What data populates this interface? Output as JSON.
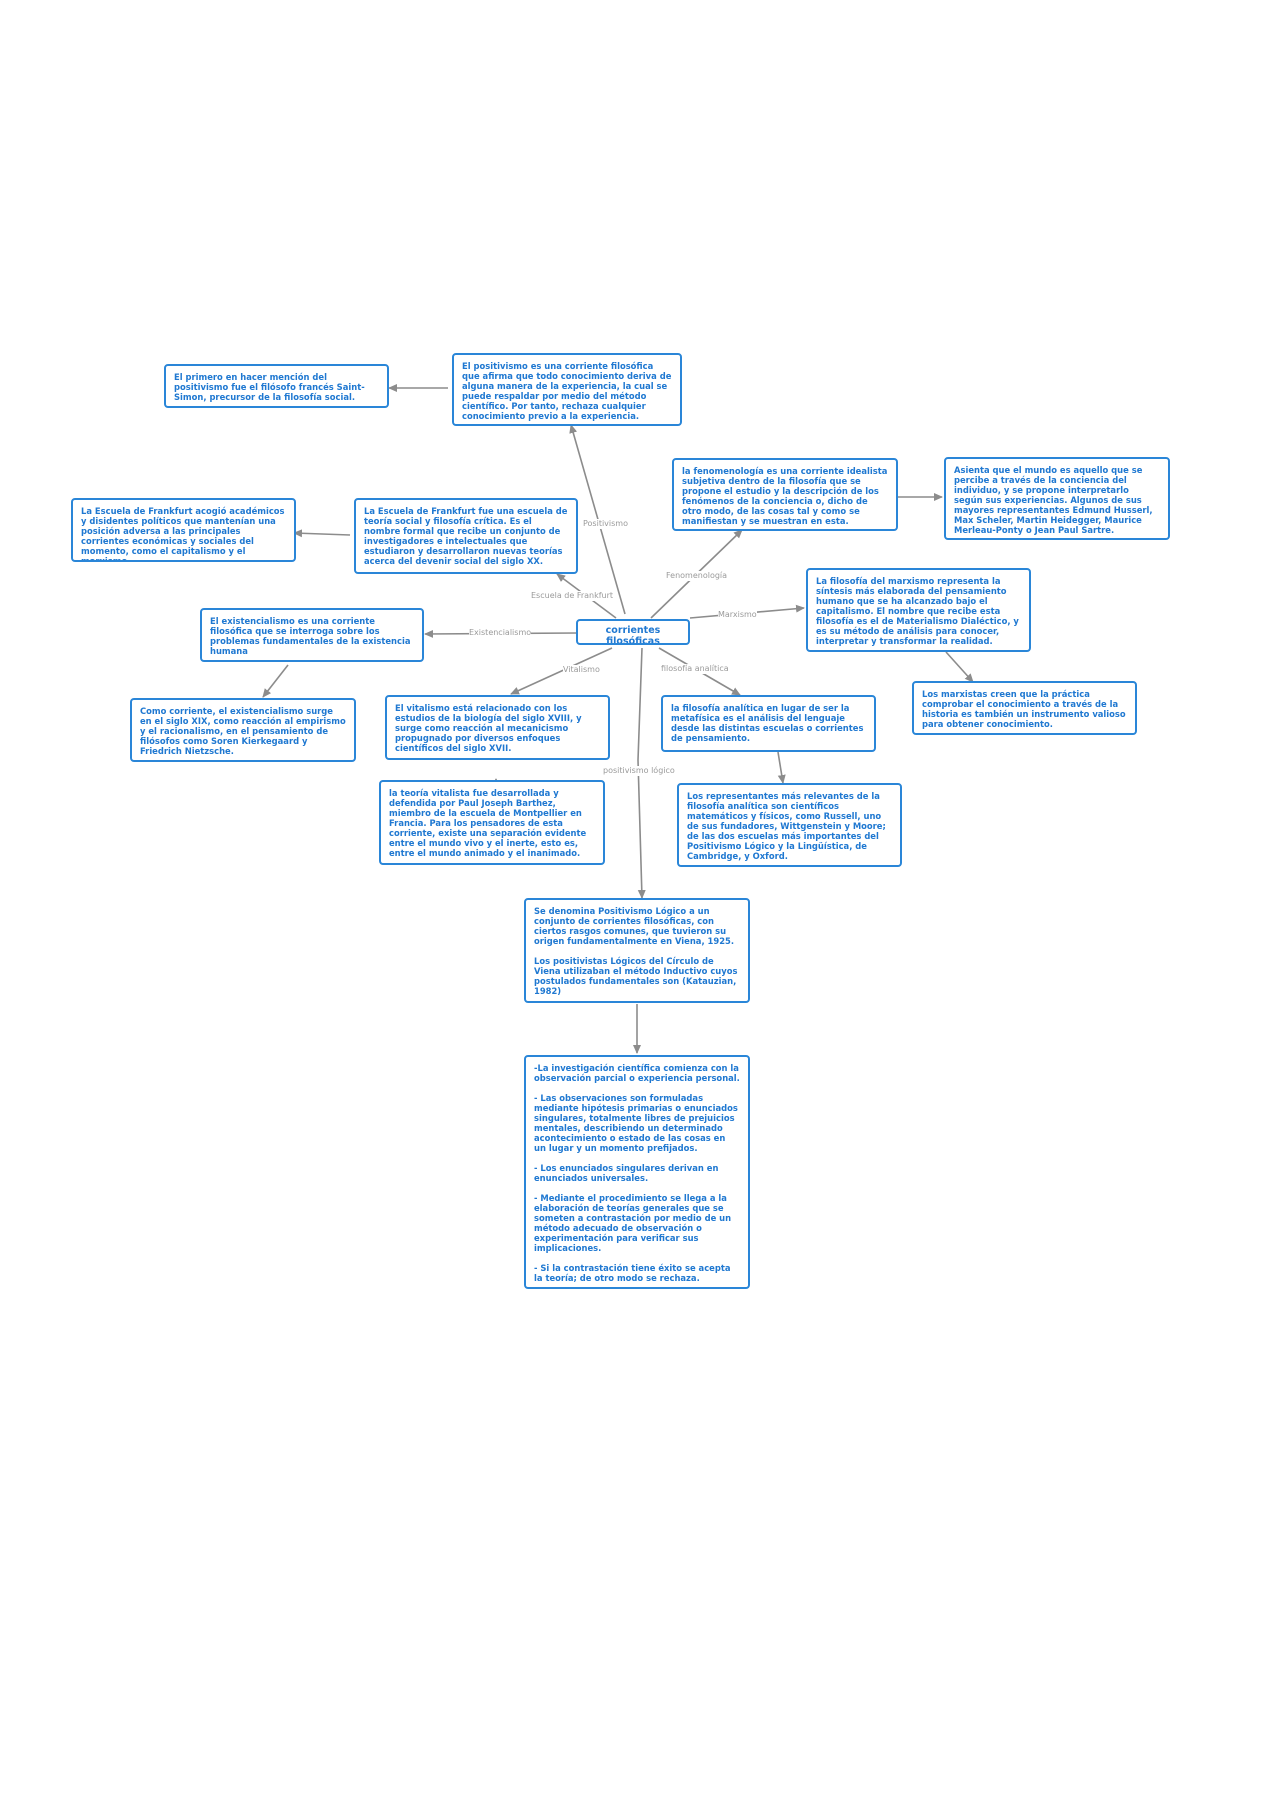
{
  "diagram": {
    "colors": {
      "node_border": "#2a86d8",
      "node_text": "#1f78d1",
      "arrow": "#8c8c8c",
      "label": "#9a9a9a"
    },
    "center": "corrientes filosóficas",
    "edge_labels": {
      "positivismo": "Positivismo",
      "escuela_frankfurt": "Escuela de Frankfurt",
      "fenomenologia": "Fenomenología",
      "marxismo": "Marxismo",
      "existencialismo": "Existencialismo",
      "vitalismo": "Vitalismo",
      "filosofia_analitica": "filosofía analítica",
      "positivismo_logico": "positivismo lógico"
    },
    "nodes": {
      "positivismo": "El positivismo es una corriente filosófica que afirma que todo conocimiento deriva de alguna manera de la experiencia, la cual se puede respaldar por medio del método científico. Por tanto, rechaza cualquier conocimiento previo a la experiencia.",
      "saint_simon": "El primero en hacer mención del positivismo fue el filósofo francés Saint-Simon, precursor de la filosofía social.",
      "frankfurt": "La Escuela de Frankfurt fue una escuela de teoría social y filosofía crítica. Es el nombre formal que recibe un conjunto de investigadores e intelectuales que estudiaron y desarrollaron nuevas teorías acerca del devenir social del siglo XX.",
      "frankfurt_detalle": "La Escuela de Frankfurt acogió académicos y disidentes políticos que mantenían una posición adversa a las principales corrientes económicas y sociales del momento, como el capitalismo y el marxismo.",
      "fenomenologia": "la fenomenología es una corriente idealista subjetiva dentro de la filosofía que se propone el estudio y la descripción de los fenómenos de la conciencia o, dicho de otro modo, de las cosas tal y como se manifiestan y se muestran en esta.",
      "fenomenologia_detalle": "Asienta que el mundo es aquello que se percibe a través de la conciencia del individuo, y se propone interpretarlo según sus experiencias. Algunos de sus mayores representantes Edmund Husserl, Max Scheler, Martin Heidegger, Maurice Merleau-Ponty o Jean Paul Sartre.",
      "marxismo": "La filosofía del marxismo representa la síntesis más elaborada del pensamiento humano que se ha alcanzado bajo el capitalismo. El nombre que recibe esta filosofía es el de Materialismo Dialéctico, y es su método de análisis para conocer, interpretar y transformar la realidad.",
      "marxismo_detalle": "Los marxistas creen que la práctica comprobar el conocimiento a través de la historia es también un instrumento valioso para obtener conocimiento.",
      "existencialismo": "El existencialismo es una corriente filosófica que se interroga sobre los problemas fundamentales de la existencia humana",
      "existencialismo_detalle": "Como corriente, el existencialismo surge en el siglo XIX, como reacción al empirismo y el racionalismo, en el pensamiento de filósofos como Soren Kierkegaard y Friedrich Nietzsche.",
      "vitalismo": "El vitalismo está relacionado con los estudios de la biología del siglo XVIII, y surge como reacción al mecanicismo propugnado por diversos enfoques científicos del siglo XVII.",
      "vitalismo_detalle": "la teoría vitalista fue desarrollada y defendida por Paul Joseph Barthez, miembro de la escuela de Montpellier en Francia. Para los pensadores de esta corriente, existe una separación evidente entre el mundo vivo y el inerte, esto es, entre el mundo animado y el inanimado.",
      "analitica": "la filosofía analítica en lugar de ser la metafísica es el análisis del lenguaje desde las distintas escuelas o corrientes de pensamiento.",
      "analitica_detalle": "Los representantes más relevantes de la filosofía analítica son científicos matemáticos y físicos, como Russell, uno de sus fundadores, Wittgenstein y Moore; de las dos escuelas más importantes del Positivismo Lógico y la Lingüística, de Cambridge, y Oxford.",
      "logico": "Se denomina Positivismo Lógico a un conjunto de corrientes filosóficas, con ciertos rasgos comunes, que tuvieron su origen fundamentalmente en Viena, 1925.\n\nLos positivistas Lógicos del Círculo de Viena utilizaban el método Inductivo cuyos postulados fundamentales son (Katauzian, 1982)",
      "logico_postulados": "-La investigación científica comienza con la observación parcial o experiencia personal.\n\n- Las observaciones son formuladas mediante hipótesis primarias o enunciados singulares, totalmente libres de prejuicios mentales, describiendo un determinado acontecimiento o estado de las cosas en un lugar y un momento prefijados.\n\n- Los enunciados singulares derivan en enunciados universales.\n\n- Mediante el procedimiento se llega a la elaboración de teorías generales que se someten a contrastación por medio de un método adecuado de observación o experimentación para verificar sus implicaciones.\n\n- Si la contrastación tiene éxito se acepta la teoría; de otro modo se rechaza."
    }
  }
}
